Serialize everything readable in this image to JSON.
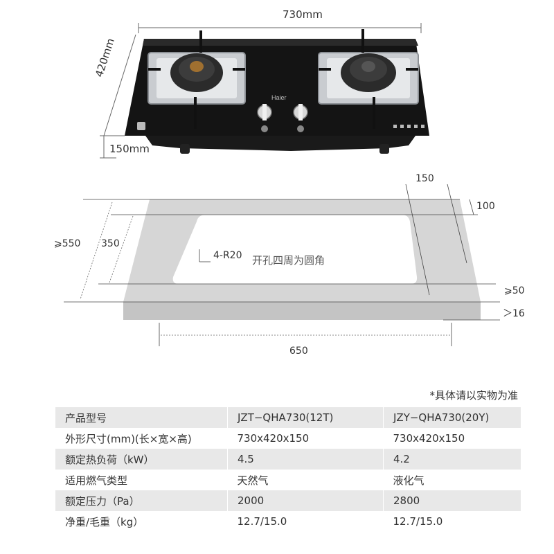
{
  "top_dims": {
    "width": "730mm",
    "depth": "420mm",
    "height": "150mm"
  },
  "brand": "Haier",
  "cutout_dims": {
    "d150": "150",
    "d100": "100",
    "d550": "⩾550",
    "d350": "350",
    "radius": "4-R20",
    "radius_note": "开孔四周为圆角",
    "d50": "⩾50",
    "d16": "＞16",
    "d650": "650"
  },
  "note": "*具体请以实物为准",
  "spec_table": {
    "rows": [
      {
        "label": "产品型号",
        "a": "JZT−QHA730(12T)",
        "b": "JZY−QHA730(20Y)"
      },
      {
        "label": "外形尺寸(mm)(长×宽×高)",
        "a": "730x420x150",
        "b": "730x420x150"
      },
      {
        "label": "额定热负荷（kW）",
        "a": "4.5",
        "b": "4.2"
      },
      {
        "label": "适用燃气类型",
        "a": "天然气",
        "b": "液化气"
      },
      {
        "label": "额定压力（Pa）",
        "a": "2000",
        "b": "2800"
      },
      {
        "label": "净重/毛重（kg）",
        "a": "12.7/15.0",
        "b": "12.7/15.0"
      }
    ]
  },
  "colors": {
    "glass": "#111111",
    "steel": "#c9ccd0",
    "counter": "#d6d6d6",
    "table_shade": "#e8e8e8"
  }
}
